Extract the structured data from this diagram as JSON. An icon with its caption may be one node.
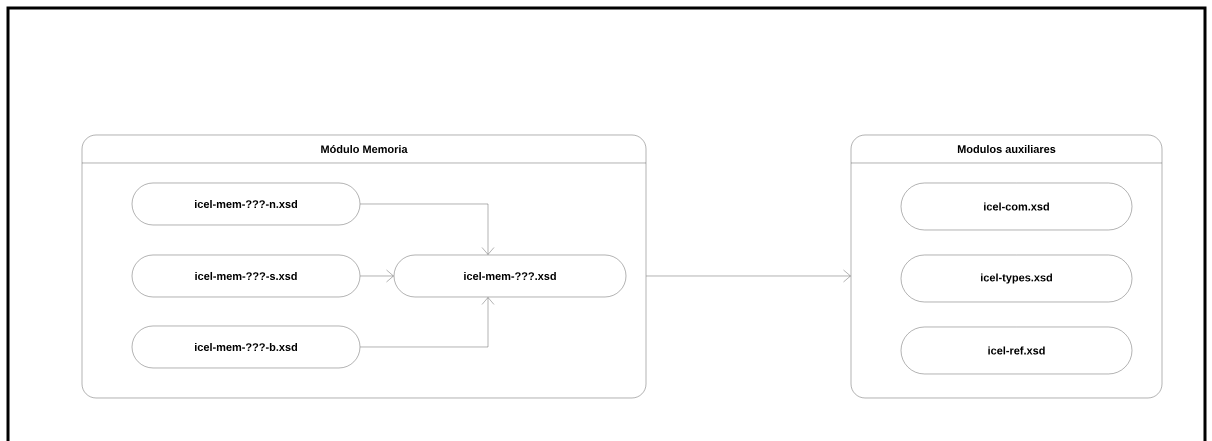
{
  "diagram": {
    "nodes": [
      {
        "text": [
          "Módulo Memoria"
        ]
      },
      {
        "text": [
          "icel-mem-???-n.xsd"
        ],
        "in": 0
      },
      {
        "text": [
          "icel-mem-???-s.xsd"
        ],
        "in": 0
      },
      {
        "text": [
          "icel-mem-???-b.xsd"
        ],
        "in": 0
      },
      {
        "text": [
          "icel-mem-???.xsd"
        ],
        "in": 0
      },
      {
        "text": [
          "Modulos auxiliares"
        ]
      },
      {
        "text": [
          "icel-com.xsd"
        ],
        "in": 5
      },
      {
        "text": [
          "icel-types.xsd"
        ],
        "in": 5
      },
      {
        "text": [
          "icel-ref.xsd"
        ],
        "in": 5
      }
    ],
    "edges": [
      {
        "from": 1,
        "to": 4,
        "arrow": "to"
      },
      {
        "from": 2,
        "to": 4,
        "arrow": "to"
      },
      {
        "from": 3,
        "to": 4,
        "arrow": "to"
      },
      {
        "from": 0,
        "to": 5,
        "arrow": "to"
      }
    ]
  }
}
